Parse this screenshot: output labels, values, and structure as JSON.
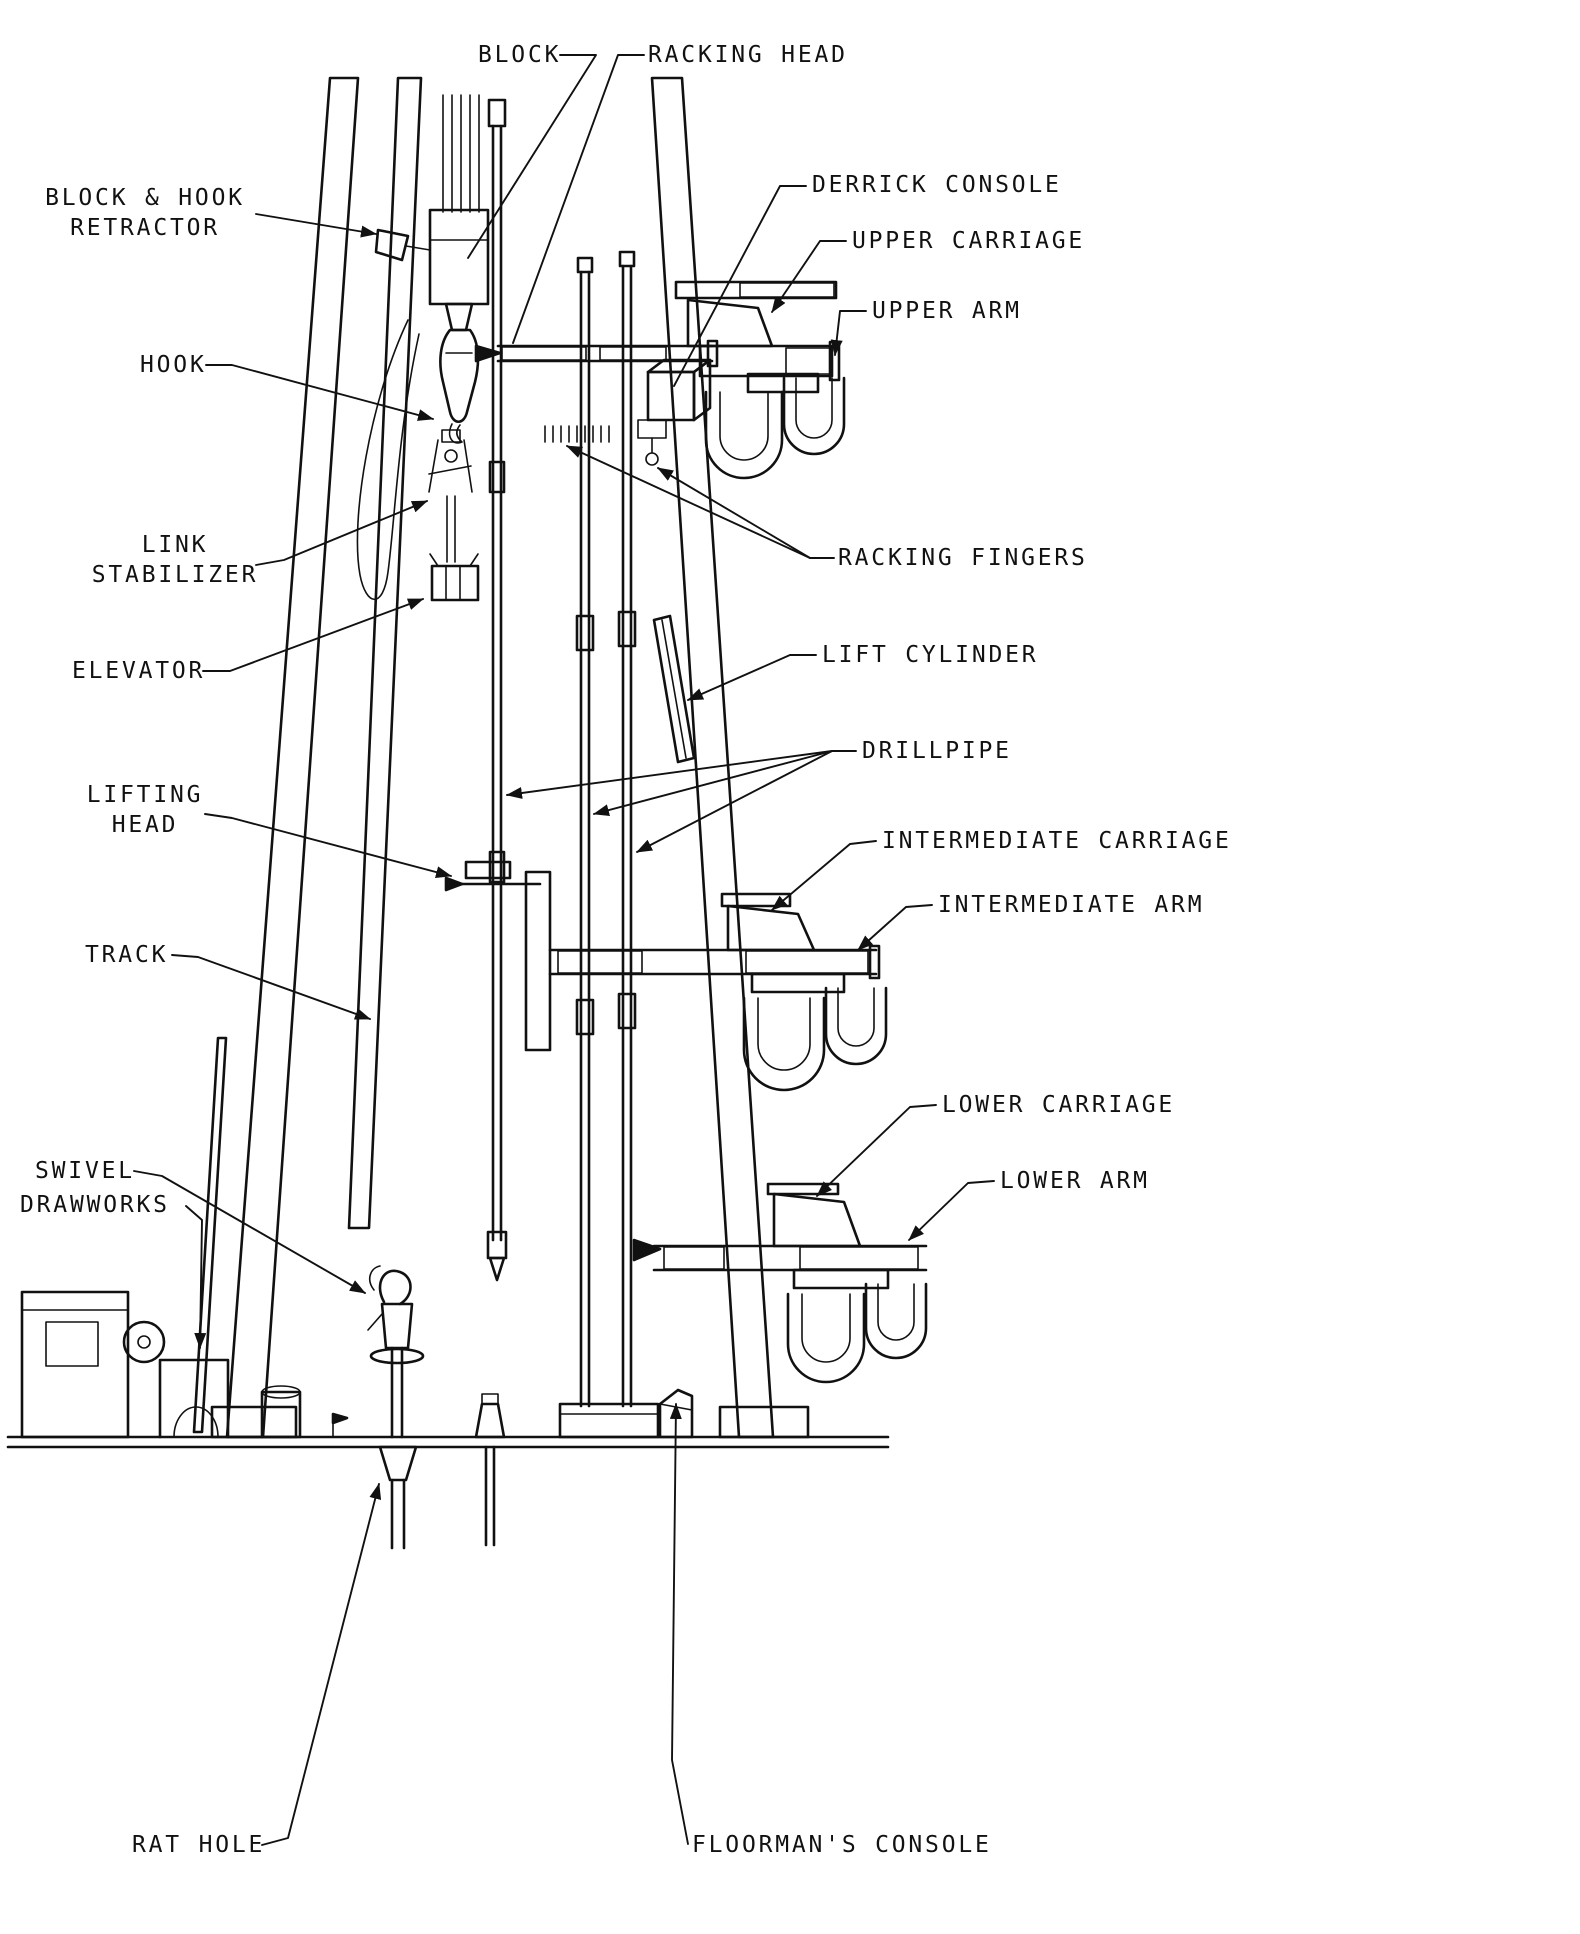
{
  "diagram": {
    "colors": {
      "ink": "#111111",
      "background": "#ffffff"
    },
    "labels": {
      "block": "BLOCK",
      "racking_head": "RACKING HEAD",
      "block_hook_retractor": [
        "BLOCK & HOOK",
        "RETRACTOR"
      ],
      "derrick_console": "DERRICK CONSOLE",
      "upper_carriage": "UPPER CARRIAGE",
      "upper_arm": "UPPER ARM",
      "hook": "HOOK",
      "racking_fingers": "RACKING FINGERS",
      "link_stabilizer": [
        "LINK",
        "STABILIZER"
      ],
      "elevator": "ELEVATOR",
      "lift_cylinder": "LIFT CYLINDER",
      "drillpipe": "DRILLPIPE",
      "lifting_head": [
        "LIFTING",
        "HEAD"
      ],
      "intermediate_carriage": "INTERMEDIATE CARRIAGE",
      "intermediate_arm": "INTERMEDIATE ARM",
      "track": "TRACK",
      "lower_carriage": "LOWER CARRIAGE",
      "lower_arm": "LOWER ARM",
      "swivel": "SWIVEL",
      "drawworks": "DRAWWORKS",
      "rat_hole": "RAT HOLE",
      "floormans_console": "FLOORMAN'S CONSOLE"
    }
  }
}
